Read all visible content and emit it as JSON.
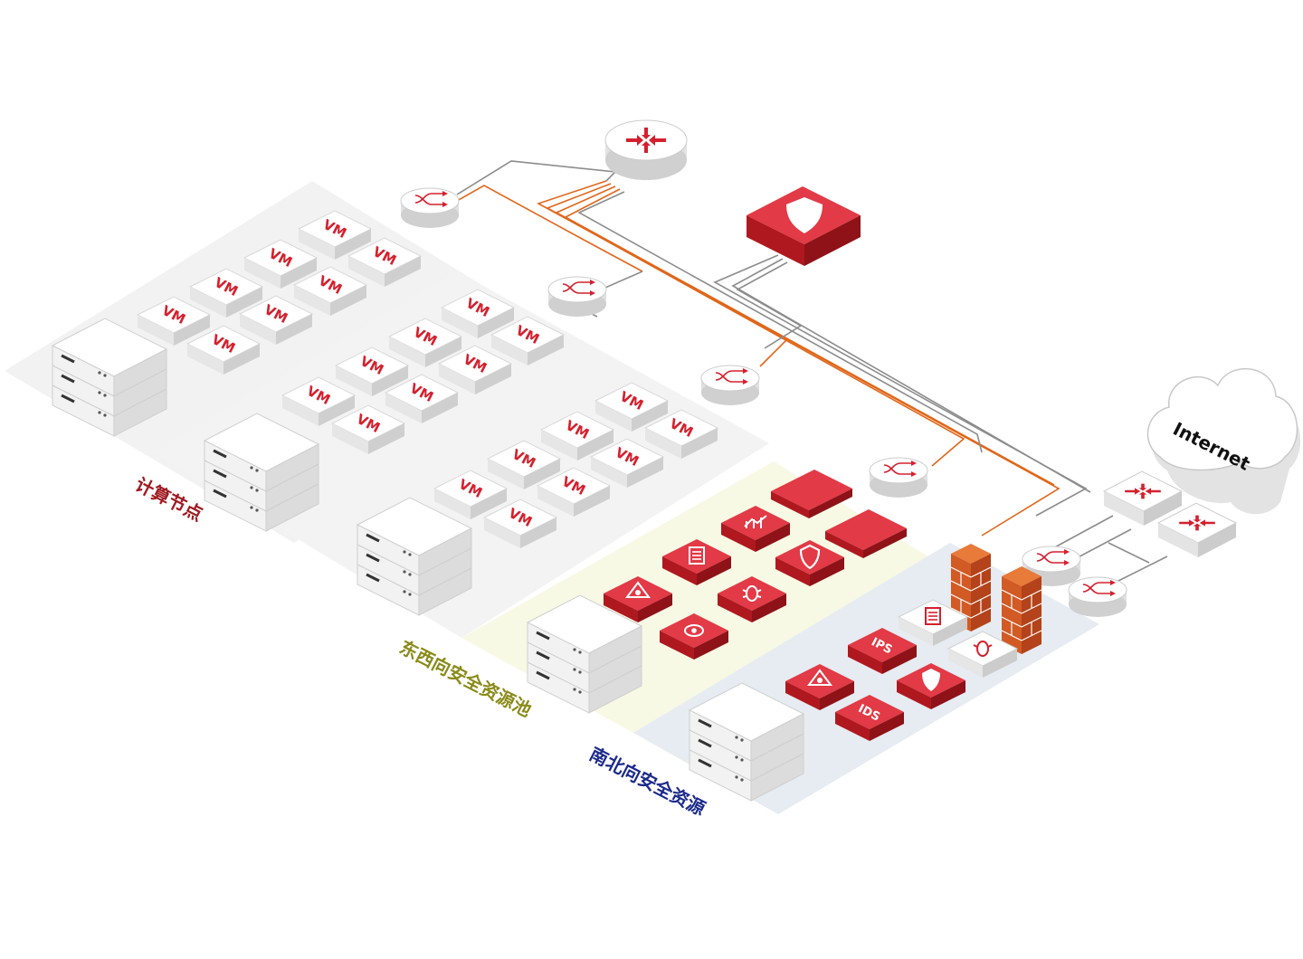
{
  "labels": {
    "compute": "计算节点",
    "east_west": "东西向安全资源池",
    "north_south": "南北向安全资源"
  },
  "internet": "Internet",
  "vm_label": "VM",
  "devices": {
    "ips": "IPS",
    "ids": "IDS"
  },
  "colors": {
    "brand_red": "#d4202e",
    "compute_label": "#a01a22",
    "east_west_label": "#8a8a1a",
    "north_south_label": "#1c2a8c",
    "link_orange": "#e0661a",
    "link_gray": "#8c8c8c",
    "compute_panel": "#f2f2f2",
    "east_west_panel": "#f7f9e4",
    "north_south_panel": "#e6ecf1"
  }
}
